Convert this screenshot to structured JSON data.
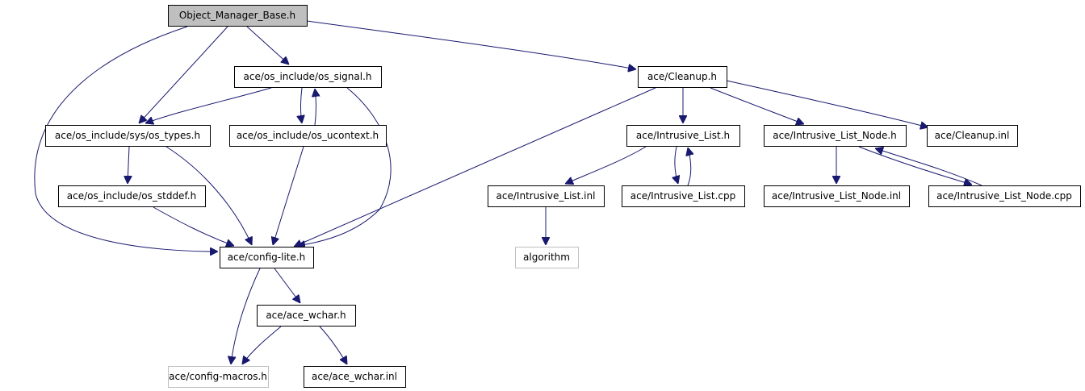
{
  "diagram": {
    "type": "include-dependency-graph",
    "colors": {
      "edge": "#191970",
      "node_border": "#000000",
      "external_border": "#bfbfbf",
      "root_fill": "#bfbfbf",
      "node_fill": "#ffffff"
    },
    "nodes": [
      {
        "id": "root",
        "label": "Object_Manager_Base.h",
        "kind": "root"
      },
      {
        "id": "os_signal",
        "label": "ace/os_include/os_signal.h",
        "kind": "normal"
      },
      {
        "id": "cleanup",
        "label": "ace/Cleanup.h",
        "kind": "normal"
      },
      {
        "id": "sys_types",
        "label": "ace/os_include/sys/os_types.h",
        "kind": "normal"
      },
      {
        "id": "ucontext",
        "label": "ace/os_include/os_ucontext.h",
        "kind": "normal"
      },
      {
        "id": "intrusive_list",
        "label": "ace/Intrusive_List.h",
        "kind": "normal"
      },
      {
        "id": "intrusive_list_node",
        "label": "ace/Intrusive_List_Node.h",
        "kind": "normal"
      },
      {
        "id": "cleanup_inl",
        "label": "ace/Cleanup.inl",
        "kind": "normal"
      },
      {
        "id": "stddef",
        "label": "ace/os_include/os_stddef.h",
        "kind": "normal"
      },
      {
        "id": "intrusive_list_inl",
        "label": "ace/Intrusive_List.inl",
        "kind": "normal"
      },
      {
        "id": "intrusive_list_cpp",
        "label": "ace/Intrusive_List.cpp",
        "kind": "normal"
      },
      {
        "id": "intrusive_list_node_inl",
        "label": "ace/Intrusive_List_Node.inl",
        "kind": "normal"
      },
      {
        "id": "intrusive_list_node_cpp",
        "label": "ace/Intrusive_List_Node.cpp",
        "kind": "normal"
      },
      {
        "id": "config_lite",
        "label": "ace/config-lite.h",
        "kind": "normal"
      },
      {
        "id": "algorithm",
        "label": "algorithm",
        "kind": "external"
      },
      {
        "id": "ace_wchar",
        "label": "ace/ace_wchar.h",
        "kind": "normal"
      },
      {
        "id": "config_macros",
        "label": "ace/config-macros.h",
        "kind": "external"
      },
      {
        "id": "ace_wchar_inl",
        "label": "ace/ace_wchar.inl",
        "kind": "normal"
      }
    ],
    "edges": [
      {
        "from": "root",
        "to": "os_signal"
      },
      {
        "from": "root",
        "to": "cleanup"
      },
      {
        "from": "root",
        "to": "sys_types"
      },
      {
        "from": "root",
        "to": "config_lite"
      },
      {
        "from": "os_signal",
        "to": "sys_types"
      },
      {
        "from": "os_signal",
        "to": "ucontext"
      },
      {
        "from": "os_signal",
        "to": "config_lite"
      },
      {
        "from": "ucontext",
        "to": "os_signal"
      },
      {
        "from": "ucontext",
        "to": "config_lite"
      },
      {
        "from": "sys_types",
        "to": "stddef"
      },
      {
        "from": "sys_types",
        "to": "config_lite"
      },
      {
        "from": "stddef",
        "to": "config_lite"
      },
      {
        "from": "cleanup",
        "to": "config_lite"
      },
      {
        "from": "cleanup",
        "to": "intrusive_list"
      },
      {
        "from": "cleanup",
        "to": "intrusive_list_node"
      },
      {
        "from": "cleanup",
        "to": "cleanup_inl"
      },
      {
        "from": "intrusive_list",
        "to": "intrusive_list_inl"
      },
      {
        "from": "intrusive_list",
        "to": "intrusive_list_cpp"
      },
      {
        "from": "intrusive_list_cpp",
        "to": "intrusive_list"
      },
      {
        "from": "intrusive_list_inl",
        "to": "algorithm"
      },
      {
        "from": "intrusive_list_node",
        "to": "intrusive_list_node_inl"
      },
      {
        "from": "intrusive_list_node",
        "to": "intrusive_list_node_cpp"
      },
      {
        "from": "intrusive_list_node_cpp",
        "to": "intrusive_list_node"
      },
      {
        "from": "config_lite",
        "to": "ace_wchar"
      },
      {
        "from": "config_lite",
        "to": "config_macros"
      },
      {
        "from": "ace_wchar",
        "to": "config_macros"
      },
      {
        "from": "ace_wchar",
        "to": "ace_wchar_inl"
      }
    ]
  }
}
